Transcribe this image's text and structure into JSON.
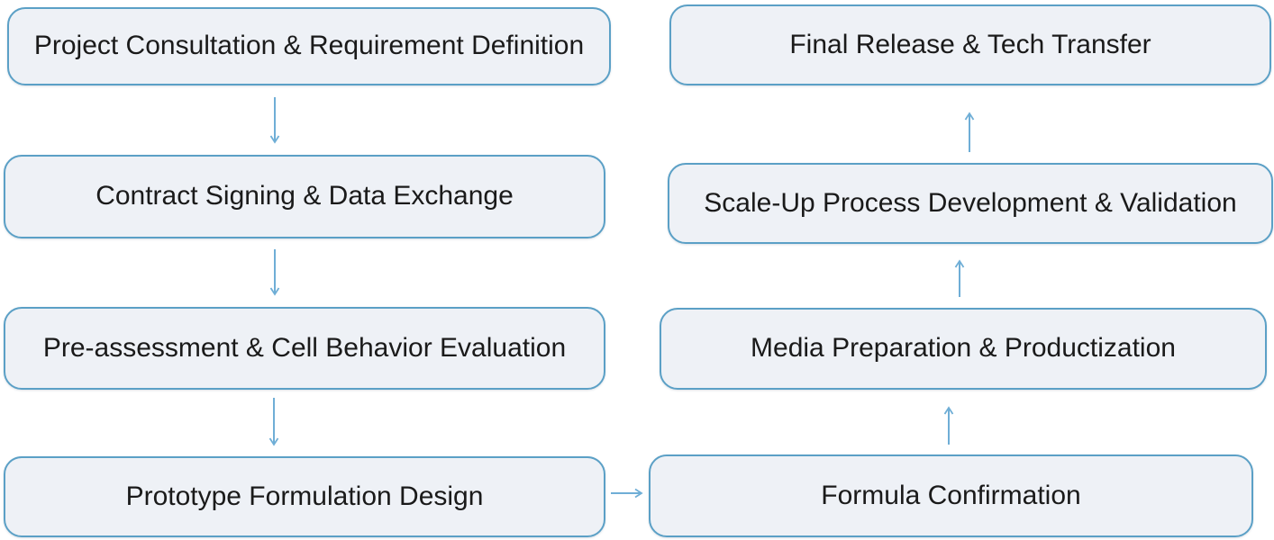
{
  "flowchart": {
    "nodes": [
      {
        "id": "project-consultation",
        "label": "Project Consultation & Requirement Definition"
      },
      {
        "id": "contract-signing",
        "label": "Contract Signing & Data Exchange"
      },
      {
        "id": "pre-assessment",
        "label": "Pre-assessment & Cell Behavior Evaluation"
      },
      {
        "id": "prototype-formulation",
        "label": "Prototype Formulation Design"
      },
      {
        "id": "formula-confirmation",
        "label": "Formula Confirmation"
      },
      {
        "id": "media-preparation",
        "label": "Media Preparation & Productization"
      },
      {
        "id": "scale-up",
        "label": "Scale-Up Process Development & Validation"
      },
      {
        "id": "final-release",
        "label": "Final Release & Tech Transfer"
      }
    ],
    "edges": [
      {
        "from": "project-consultation",
        "to": "contract-signing",
        "direction": "down"
      },
      {
        "from": "contract-signing",
        "to": "pre-assessment",
        "direction": "down"
      },
      {
        "from": "pre-assessment",
        "to": "prototype-formulation",
        "direction": "down"
      },
      {
        "from": "prototype-formulation",
        "to": "formula-confirmation",
        "direction": "right"
      },
      {
        "from": "formula-confirmation",
        "to": "media-preparation",
        "direction": "up"
      },
      {
        "from": "media-preparation",
        "to": "scale-up",
        "direction": "up"
      },
      {
        "from": "scale-up",
        "to": "final-release",
        "direction": "up"
      }
    ],
    "colors": {
      "box_fill": "#EEF1F6",
      "box_border": "#5BA0C6",
      "arrow": "#6FAED6",
      "text": "#1A1A1A",
      "background": "#FFFFFF"
    }
  }
}
